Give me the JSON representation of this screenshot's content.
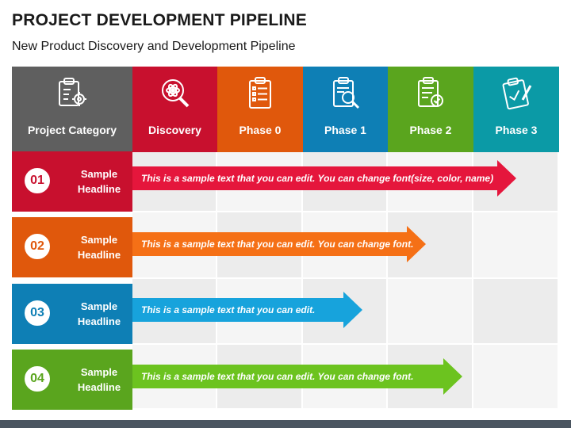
{
  "title": "PROJECT DEVELOPMENT PIPELINE",
  "subtitle": "New Product Discovery and Development Pipeline",
  "colors": {
    "gray": "#5f5f5f",
    "red": "#c8102e",
    "orange": "#e0580c",
    "blue": "#0e7fb5",
    "green": "#5aa51e",
    "teal": "#0b9aa6"
  },
  "headers": [
    {
      "label": "Project Category",
      "icon": "clipboard-gear-icon"
    },
    {
      "label": "Discovery",
      "icon": "magnifier-atom-icon"
    },
    {
      "label": "Phase 0",
      "icon": "clipboard-list-icon"
    },
    {
      "label": "Phase 1",
      "icon": "clipboard-search-icon"
    },
    {
      "label": "Phase 2",
      "icon": "clipboard-check-icon"
    },
    {
      "label": "Phase 3",
      "icon": "clipboard-pen-icon"
    }
  ],
  "rows": [
    {
      "num": "01",
      "headline": "Sample Headline",
      "text": "This is a sample text that you can edit. You can change font(size, color, name)"
    },
    {
      "num": "02",
      "headline": "Sample Headline",
      "text": "This is a sample text that you can edit. You can change font."
    },
    {
      "num": "03",
      "headline": "Sample Headline",
      "text": "This is a sample text that you can edit."
    },
    {
      "num": "04",
      "headline": "Sample Headline",
      "text": "This is a sample text that you can edit. You can change font."
    }
  ]
}
